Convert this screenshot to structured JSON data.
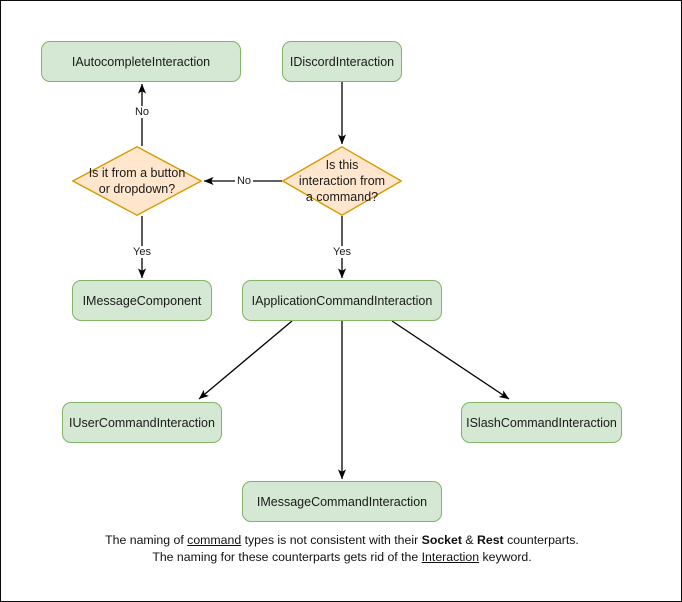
{
  "diagram": {
    "title": "Discord interaction type hierarchy flowchart",
    "colors": {
      "box_fill": "#d5e8d4",
      "box_stroke": "#82b366",
      "diamond_fill": "#ffe6cc",
      "diamond_stroke": "#d79b00",
      "edge_stroke": "#000000",
      "canvas_border": "#0a0a0a",
      "text": "#1a1a1a"
    },
    "nodes": [
      {
        "id": "autocomplete",
        "label": "IAutocompleteInteraction",
        "shape": "box"
      },
      {
        "id": "discord",
        "label": "IDiscordInteraction",
        "shape": "box"
      },
      {
        "id": "decision_button",
        "label": "Is it from a button or dropdown?",
        "shape": "diamond"
      },
      {
        "id": "decision_command",
        "label": "Is this interaction from a command?",
        "shape": "diamond"
      },
      {
        "id": "message_component",
        "label": "IMessageComponent",
        "shape": "box"
      },
      {
        "id": "app_command",
        "label": "IApplicationCommandInteraction",
        "shape": "box"
      },
      {
        "id": "user_command",
        "label": "IUserCommandInteraction",
        "shape": "box"
      },
      {
        "id": "slash_command",
        "label": "ISlashCommandInteraction",
        "shape": "box"
      },
      {
        "id": "message_command",
        "label": "IMessageCommandInteraction",
        "shape": "box"
      }
    ],
    "edges": [
      {
        "from": "discord",
        "to": "decision_command",
        "label": ""
      },
      {
        "from": "decision_command",
        "to": "decision_button",
        "label": "No"
      },
      {
        "from": "decision_button",
        "to": "autocomplete",
        "label": "No"
      },
      {
        "from": "decision_button",
        "to": "message_component",
        "label": "Yes"
      },
      {
        "from": "decision_command",
        "to": "app_command",
        "label": "Yes"
      },
      {
        "from": "app_command",
        "to": "user_command",
        "label": ""
      },
      {
        "from": "app_command",
        "to": "message_command",
        "label": ""
      },
      {
        "from": "app_command",
        "to": "slash_command",
        "label": ""
      }
    ],
    "edge_labels": {
      "no_between_diamonds": "No",
      "no_to_autocomplete": "No",
      "yes_to_message_component": "Yes",
      "yes_to_app_command": "Yes"
    },
    "caption": {
      "line1_a": "The naming of ",
      "line1_underlined": "command",
      "line1_b": " types is not consistent with their",
      "line2_bold_a": "Socket",
      "line2_amp": " & ",
      "line2_bold_b": "Rest",
      "line2_rest": " counterparts. The naming for these",
      "line3_a": "counterparts gets rid of the ",
      "line3_underlined": "Interaction",
      "line3_b": " keyword."
    }
  }
}
